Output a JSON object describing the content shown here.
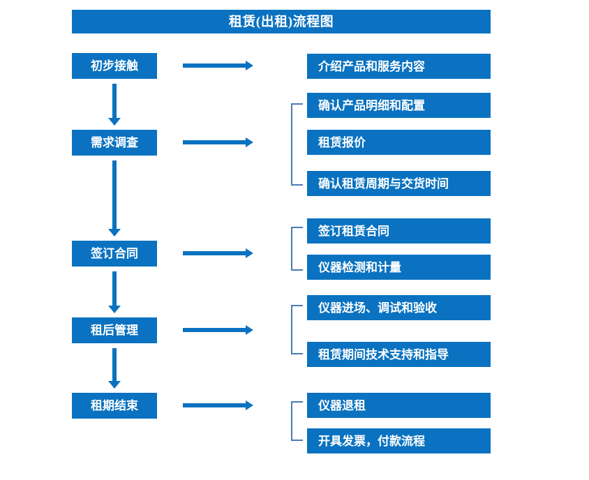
{
  "header": {
    "title": "租赁(出租)流程图",
    "bg_color": "#0a72c0",
    "text_color": "#ffffff"
  },
  "theme": {
    "box_color": "#0a72c0",
    "arrow_color": "#0a72c0",
    "bracket_color": "#4a7ab5",
    "background": "#ffffff"
  },
  "chart_data": {
    "type": "diagram",
    "title": "租赁(出租)流程图",
    "orientation": "vertical-with-branches",
    "stages": [
      {
        "label": "初步接触",
        "details": [
          "介绍产品和服务内容"
        ],
        "bracketed": false
      },
      {
        "label": "需求调查",
        "details": [
          "确认产品明细和配置",
          "租赁报价",
          "确认租赁周期与交货时间"
        ],
        "bracketed": true
      },
      {
        "label": "签订合同",
        "details": [
          "签订租赁合同",
          "仪器检测和计量"
        ],
        "bracketed": true
      },
      {
        "label": "租后管理",
        "details": [
          "仪器进场、调试和验收",
          "租赁期间技术支持和指导"
        ],
        "bracketed": true
      },
      {
        "label": "租期结束",
        "details": [
          "仪器退租",
          "开具发票，付款流程"
        ],
        "bracketed": true
      }
    ]
  },
  "stages": {
    "0": {
      "label": "初步接触"
    },
    "1": {
      "label": "需求调查"
    },
    "2": {
      "label": "签订合同"
    },
    "3": {
      "label": "租后管理"
    },
    "4": {
      "label": "租期结束"
    }
  },
  "details": {
    "d0": "介绍产品和服务内容",
    "d1": "确认产品明细和配置",
    "d2": "租赁报价",
    "d3": "确认租赁周期与交货时间",
    "d4": "签订租赁合同",
    "d5": "仪器检测和计量",
    "d6": "仪器进场、调试和验收",
    "d7": "租赁期间技术支持和指导",
    "d8": "仪器退租",
    "d9": "开具发票，付款流程"
  }
}
